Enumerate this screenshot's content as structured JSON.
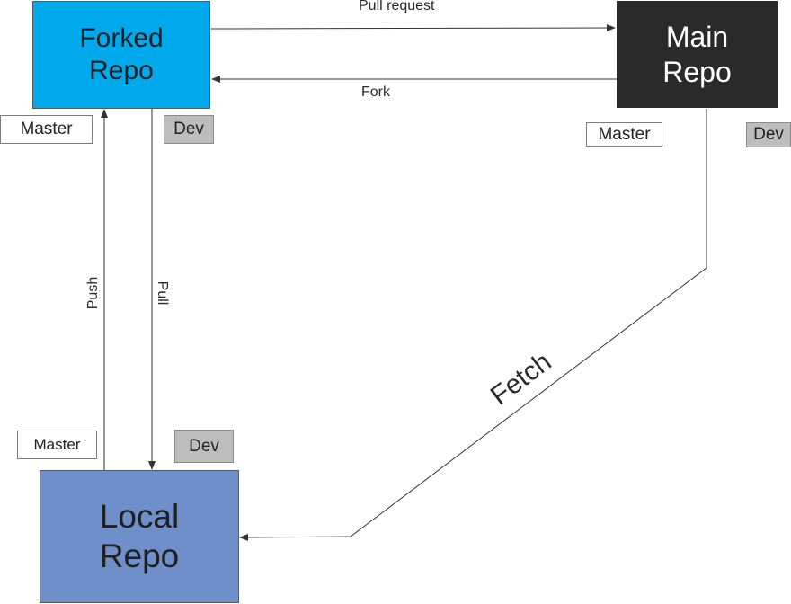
{
  "repos": {
    "forked": "Forked\nRepo",
    "main": "Main\nRepo",
    "local": "Local\nRepo"
  },
  "branches": {
    "forked_master": "Master",
    "forked_dev": "Dev",
    "main_master": "Master",
    "main_dev": "Dev",
    "local_master": "Master",
    "local_dev": "Dev"
  },
  "connections": {
    "pull_request": "Pull request",
    "fork": "Fork",
    "push": "Push",
    "pull": "Pull",
    "fetch": "Fetch"
  },
  "colors": {
    "forked_repo": "#00a8ec",
    "main_repo": "#2b2a2a",
    "local_repo": "#6f8fca",
    "dev_branch": "#bdbdbd",
    "master_branch": "#ffffff",
    "arrow": "#333333"
  }
}
